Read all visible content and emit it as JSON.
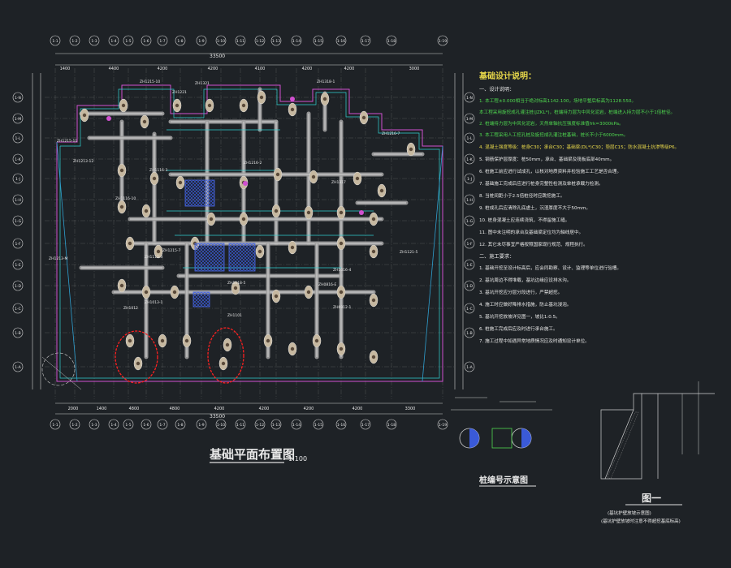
{
  "drawing": {
    "plan_title": "基础平面布置图",
    "plan_scale": "1:100",
    "detail1_title": "桩编号示意图",
    "detail2_title": "图一",
    "detail2_caption_line1": "(基坑护壁放坡示意图)",
    "detail2_caption_line2": "(基坑护壁放坡时注意不得超挖基底标高)",
    "notes_title": "基础设计说明：",
    "notes_section1": "一、设计说明：",
    "notes_section2": "二、施工要求：",
    "notes_lines": [
      "1. 本工程±0.000相当于绝对标高1142.100，场地平整后标高为1128.550。",
      "本工程采用旋挖成孔灌注桩(JZKL*)，桩端持力层为中风化泥岩，桩端进入持力层不小于1倍桩径。",
      "2. 桩端持力层为中风化泥岩，天然单轴抗压强度标准值frk=3000kPa。",
      "3. 本工程采用人工挖孔桩及旋挖成孔灌注桩基础，桩长不小于6000mm。",
      "4. 混凝土强度等级：桩身C30；承台C30；基础梁(DL*)C30；垫层C15；防水混凝土抗渗等级P6。",
      "5. 钢筋保护层厚度：桩50mm，承台、基础梁及筏板底部40mm。",
      "6. 桩施工前应进行试成孔，以核对地质资料并检验施工工艺是否合理。",
      "7. 基础施工完成后应进行桩身完整性检测及单桩承载力检测。",
      "8. 当桩间距小于2.5倍桩径时应跳挖施工。",
      "9. 桩成孔后应清除孔底虚土，沉渣厚度不大于50mm。",
      "10. 桩身混凝土应连续浇筑，不得留施工缝。",
      "11. 图中未注明的承台及基础梁定位均为轴线居中。",
      "12. 其它未尽事宜严格按照国家现行规范、规程执行。",
      "1. 基础开挖至设计标高后，应会同勘察、设计、监理等单位进行验槽。",
      "2. 基坑周边不得堆载，基坑边缘应设排水沟。",
      "3. 基坑开挖应分层分段进行，严禁超挖。",
      "4. 施工时应做好降排水措施，防止基坑浸泡。",
      "5. 基坑开挖放坡详见图一，坡比1:0.5。",
      "6. 桩施工完成后应及时进行承台施工。",
      "7. 施工过程中如遇异常地质情况应及时通知设计单位。"
    ],
    "dim_top": [
      "1400",
      "4400",
      "4200",
      "4200",
      "4100",
      "4200",
      "4200",
      "3000"
    ],
    "dim_top_total": "33500",
    "dim_bottom": [
      "2000",
      "1400",
      "4800",
      "4800",
      "4200",
      "4200",
      "4200",
      "4200",
      "3300"
    ],
    "dim_bottom_total": "33500",
    "axes_top": [
      "1-1",
      "1-2",
      "1-3",
      "1-4",
      "1-5",
      "1-6",
      "1-7",
      "1-8",
      "1-9",
      "1-10",
      "1-11",
      "1-12",
      "1-13",
      "1-14",
      "1-15",
      "1-16",
      "1-17",
      "1-18",
      "1-19"
    ],
    "axes_left": [
      "1-N",
      "1-M",
      "1-L",
      "1-K",
      "1-J",
      "1-H",
      "1-G",
      "1-F",
      "1-E",
      "1-D",
      "1-C",
      "1-B",
      "1-A"
    ],
    "pile_labels": [
      "ZH1215-11",
      "ZH1321",
      "ZH1221",
      "ZH1215-10",
      "ZH1318-1",
      "ZH1216-7",
      "ZH1213-M",
      "ZH1116-3",
      "ZH1213-12",
      "ZH1116-10",
      "ZH1216-2",
      "ZH1317",
      "ZH1118-5",
      "ZH1215-7",
      "ZH1112-3",
      "ZH1016-4",
      "ZH1121-5",
      "ZH0816-E",
      "ZH1013-1",
      "ZH1012",
      "ZH1101",
      "ZH0912-1"
    ]
  }
}
